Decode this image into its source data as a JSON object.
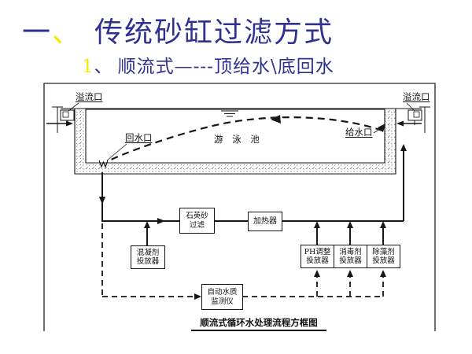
{
  "slide": {
    "title": {
      "number": "一",
      "comma": "、",
      "text": "传统砂缸过滤方式"
    },
    "subtitle": {
      "number": "1",
      "comma": "、",
      "text": "顺流式—---顶给水\\底回水"
    }
  },
  "diagram": {
    "caption": "顺流式循环水处理流程方框图",
    "pool_label": "游 泳 池",
    "ports": {
      "overflow_left": "溢流口",
      "overflow_right": "溢流口",
      "return_port": "回水口",
      "supply_port": "给水口"
    },
    "boxes": {
      "sand_filter": {
        "line1": "石英砂",
        "line2": "过滤"
      },
      "heater": {
        "line1": "加热器"
      },
      "coagulant": {
        "line1": "混凝剂",
        "line2": "投放器"
      },
      "ph_adjust": {
        "line1": "PH调整",
        "line2": "投放器"
      },
      "disinfectant": {
        "line1": "消毒剂",
        "line2": "投放器"
      },
      "algaecide": {
        "line1": "除藻剂",
        "line2": "投放器"
      },
      "monitor": {
        "line1": "自动水质",
        "line2": "监测仪"
      }
    },
    "colors": {
      "title_blue": "#2e3192",
      "highlight_yellow": "#f2ea00",
      "line_black": "#161616",
      "frame_gray": "#4a4a4a"
    }
  }
}
